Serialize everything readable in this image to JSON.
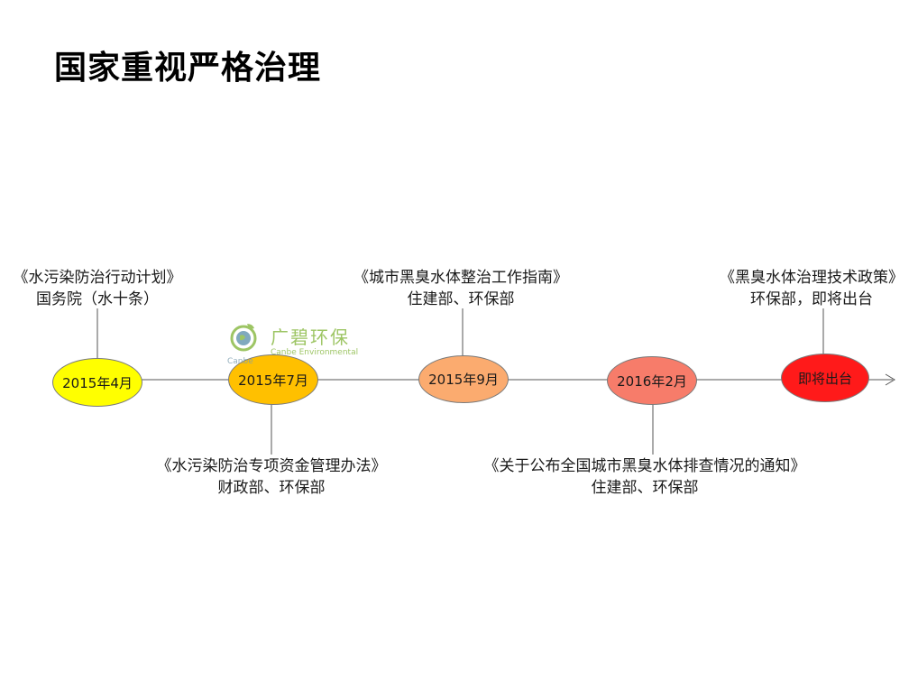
{
  "page": {
    "title": "国家重视严格治理"
  },
  "timeline": {
    "nodes": [
      {
        "label": "2015年4月",
        "color": "#ffff00"
      },
      {
        "label": "2015年7月",
        "color": "#ffc000"
      },
      {
        "label": "2015年9月",
        "color": "#fbab6f"
      },
      {
        "label": "2016年2月",
        "color": "#f77c6a"
      },
      {
        "label": "即将出台",
        "color": "#ff1a1a"
      }
    ],
    "events": [
      {
        "line1": "《水污染防治行动计划》",
        "line2": "国务院（水十条）"
      },
      {
        "line1": "《水污染防治专项资金管理办法》",
        "line2": "财政部、环保部"
      },
      {
        "line1": "《城市黑臭水体整治工作指南》",
        "line2": "住建部、环保部"
      },
      {
        "line1": "《关于公布全国城市黑臭水体排查情况的通知》",
        "line2": "住建部、环保部"
      },
      {
        "line1": "《黑臭水体治理技术政策》",
        "line2": "环保部，即将出台"
      }
    ]
  },
  "watermark": {
    "name_cn": "广碧环保",
    "name_en": "Canbe Environmental",
    "short": "Canbe"
  }
}
